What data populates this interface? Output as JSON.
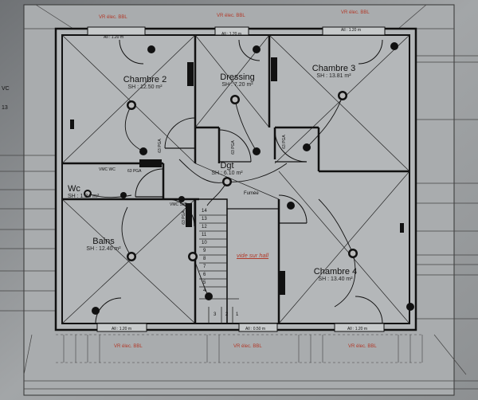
{
  "rooms": {
    "chambre2": {
      "name": "Chambre 2",
      "area": "SH : 12.50 m²"
    },
    "dressing": {
      "name": "Dressing",
      "area": "SH : 7.20 m²"
    },
    "chambre3": {
      "name": "Chambre 3",
      "area": "SH : 13.81 m²"
    },
    "dgt": {
      "name": "Dgt",
      "area": "SH : 6.10 m²"
    },
    "wc": {
      "name": "Wc",
      "area": "SH : 1.84 m²"
    },
    "bains": {
      "name": "Bains",
      "area": "SH : 12.40 m²"
    },
    "chambre4": {
      "name": "Chambre 4",
      "area": "SH : 13.40 m²"
    }
  },
  "annotations": {
    "vr_top": "VR élec. BBL",
    "vr_bottom": "VR élec. BBL",
    "window_top": "All : 1.20 m",
    "window_bottom_mid": "All : 0.50 m",
    "vmc_wc": "VMC WC",
    "vmc_sdb": "VMC SdB",
    "fumee": "Fumée",
    "vide": "vide sur hall",
    "door": "63 PGA",
    "stair_steps": [
      "14",
      "13",
      "12",
      "11",
      "10",
      "9",
      "8",
      "7",
      "6",
      "5",
      "4",
      "3",
      "2",
      "1"
    ],
    "left_margin": [
      "VC",
      "13"
    ]
  },
  "colors": {
    "paper": "#a8abad",
    "wall": "#1a1a1a",
    "line": "#2a2a2a",
    "red": "#b23a2a"
  }
}
